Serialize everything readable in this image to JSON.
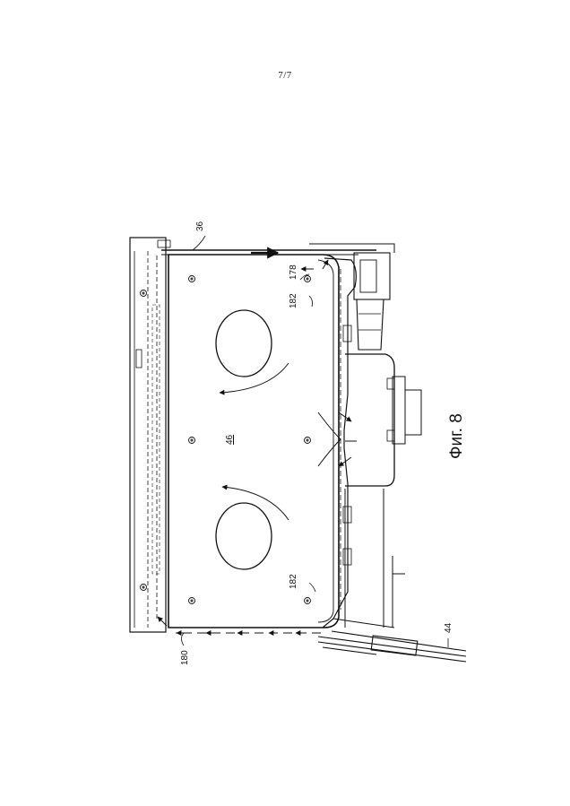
{
  "page_number": "7/7",
  "figure_caption": "Фиг. 8",
  "reference_numerals": {
    "top": "36",
    "bottom_left": "180",
    "cable": "44",
    "upper_right_a": "178",
    "upper_right_b": "182",
    "lower_right": "182",
    "center": "46"
  }
}
